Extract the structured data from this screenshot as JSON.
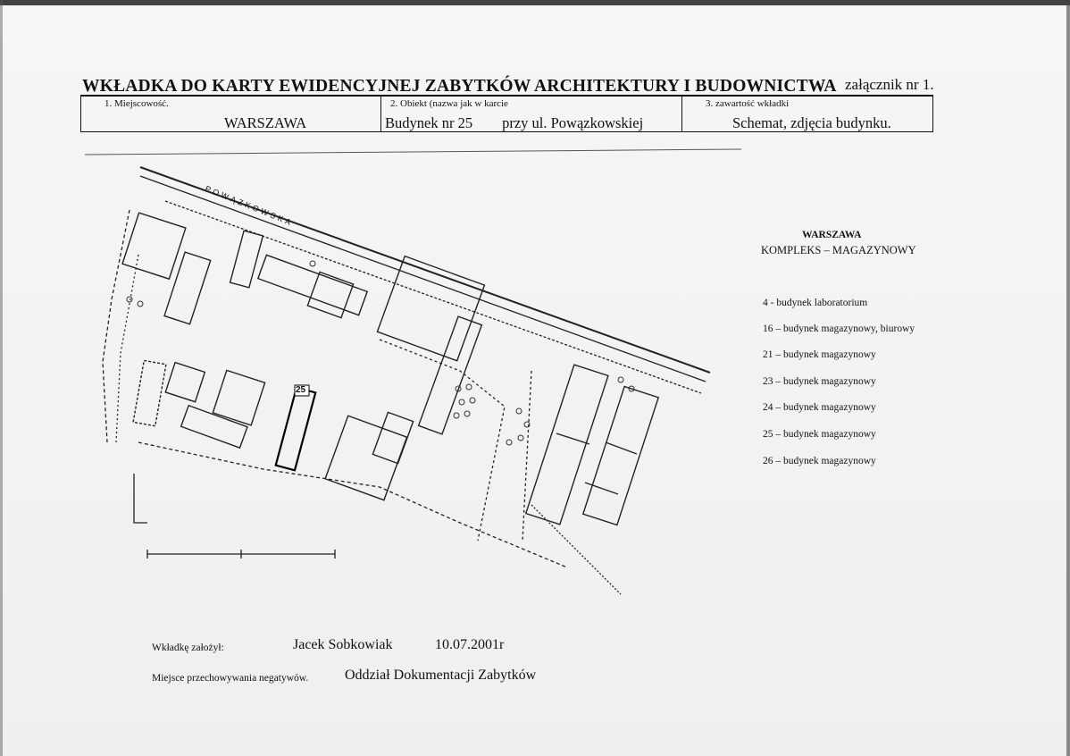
{
  "header": {
    "title": "WKŁADKA DO KARTY EWIDENCYJNEJ ZABYTKÓW ARCHITEKTURY I BUDOWNICTWA",
    "annex": "załącznik nr 1."
  },
  "fields": {
    "f1_label": "1.   Miejscowość.",
    "f1_value": "WARSZAWA",
    "f2_label": "2.   Obiekt (nazwa jak w karcie",
    "f2_value": "Budynek nr 25        przy ul. Powązkowskiej",
    "f3_label": "3.   zawartość wkładki",
    "f3_value": "Schemat, zdjęcia budynku."
  },
  "map": {
    "street_label": "POWĄZKOWSKA",
    "building_label": "25"
  },
  "legend": {
    "title": "WARSZAWA",
    "subtitle": "KOMPLEKS – MAGAZYNOWY",
    "items": [
      "4 -   budynek laboratorium",
      "16 – budynek magazynowy, biurowy",
      "21 – budynek magazynowy",
      "23 – budynek magazynowy",
      "24 – budynek magazynowy",
      "25 – budynek magazynowy",
      "26 – budynek magazynowy"
    ]
  },
  "footer": {
    "author_label": "Wkładkę założył:",
    "author_name": "Jacek Sobkowiak",
    "date": "10.07.2001r",
    "storage_label": "Miejsce przechowywania negatywów.",
    "storage_value": "Oddział Dokumentacji Zabytków"
  }
}
